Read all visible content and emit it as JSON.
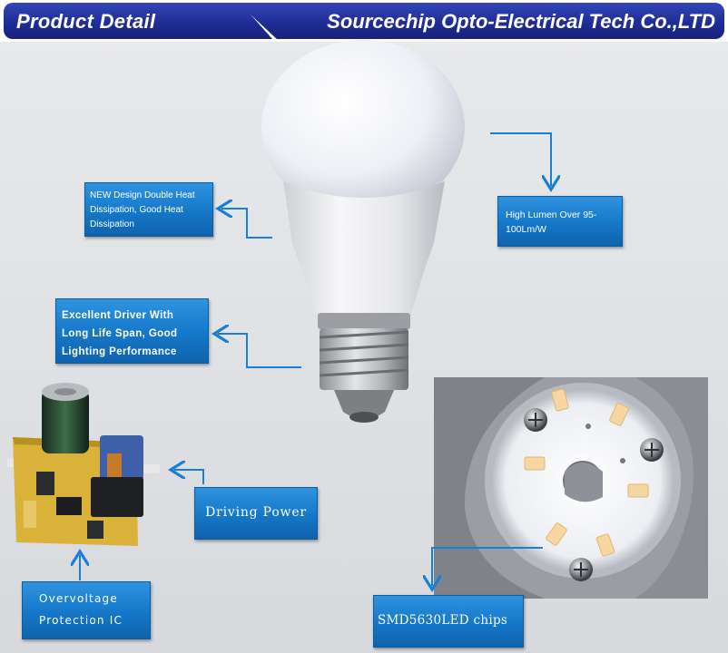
{
  "header": {
    "left_title": "Product Detail",
    "right_title": "Sourcechip Opto-Electrical Tech Co.,LTD"
  },
  "callouts": {
    "dissipation": [
      "NEW Design Double Heat",
      "Dissipation, Good Heat",
      "Dissipation"
    ],
    "lumen": [
      "High Lumen Over 95-",
      "100Lm/W"
    ],
    "driver": [
      "Excellent Driver With",
      "Long Life Span, Good",
      "Lighting Performance"
    ],
    "driving_power": "Driving Power",
    "overvoltage": [
      "Overvoltage",
      "Protection IC"
    ],
    "smd": "SMD5630LED chips"
  },
  "colors": {
    "header_blue": "#1e2b94",
    "callout_blue": "#1577c8",
    "connector_blue": "#1a7fd4"
  },
  "icons": {
    "bulb": "led-bulb-illustration",
    "driver_board": "driver-board-illustration",
    "led_plate": "led-chip-plate-illustration"
  }
}
